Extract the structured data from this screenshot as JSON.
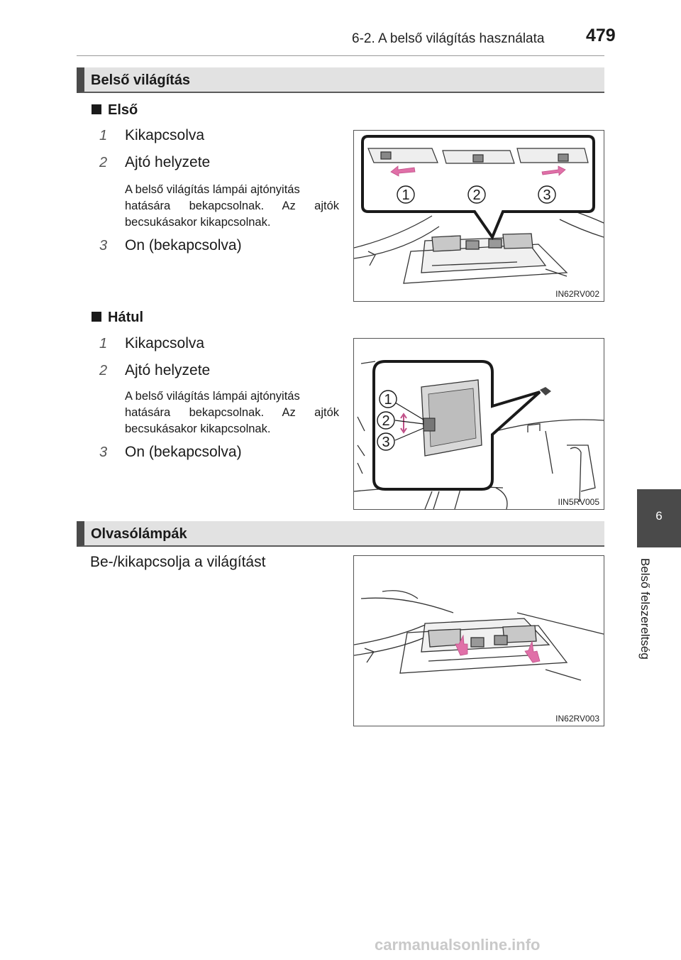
{
  "header": {
    "section_title": "6-2. A belső világítás használata",
    "page_number": "479"
  },
  "sections": {
    "interior": {
      "title": "Belső világítás"
    },
    "reading": {
      "title": "Olvasólámpák",
      "text": "Be-/kikapcsolja a világítást"
    }
  },
  "front": {
    "heading": "Első",
    "items": [
      {
        "num": "1",
        "label": "Kikapcsolva"
      },
      {
        "num": "2",
        "label": "Ajtó helyzete"
      },
      {
        "num": "3",
        "label": "On (bekapcsolva)"
      }
    ],
    "note_lines": [
      "A belső világítás lámpái ajtónyitás",
      "hatására bekapcsolnak. Az ajtók",
      "becsukásakor kikapcsolnak."
    ]
  },
  "rear": {
    "heading": "Hátul",
    "items": [
      {
        "num": "1",
        "label": "Kikapcsolva"
      },
      {
        "num": "2",
        "label": "Ajtó helyzete"
      },
      {
        "num": "3",
        "label": "On (bekapcsolva)"
      }
    ],
    "note_lines": [
      "A belső világítás lámpái ajtónyitás",
      "hatására bekapcsolnak. Az ajtók",
      "becsukásakor kikapcsolnak."
    ]
  },
  "figures": {
    "front_code": "IN62RV002",
    "front_callouts": [
      "1",
      "2",
      "3"
    ],
    "rear_code": "IIN5RV005",
    "rear_callouts": [
      "1",
      "2",
      "3"
    ],
    "reading_code": "IN62RV003"
  },
  "side_tab": {
    "chapter": "6",
    "label": "Belső felszereltség"
  },
  "watermark": "carmanualsonline.info",
  "colors": {
    "arrow_pink": "#e070a8",
    "tab_dark": "#4a4a4a",
    "bar_grey": "#e2e2e2"
  }
}
